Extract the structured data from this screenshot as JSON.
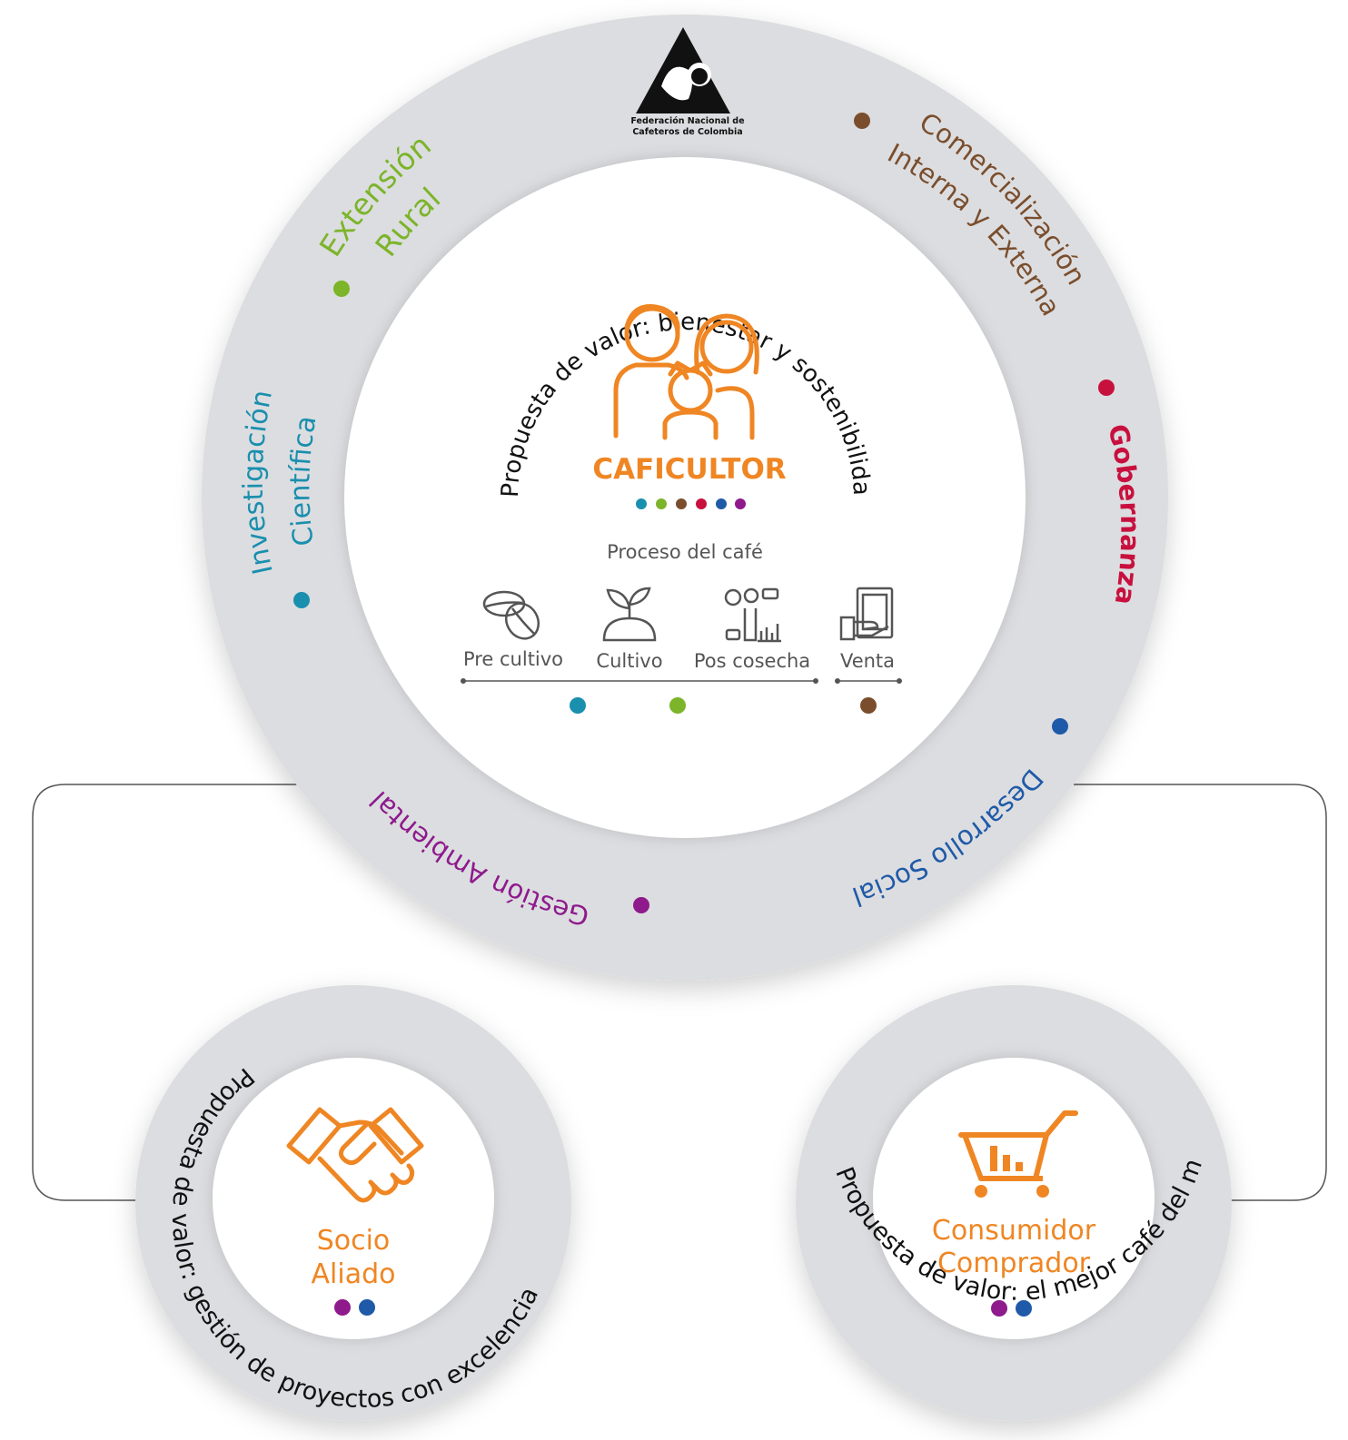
{
  "logo": {
    "line1": "Federación Nacional de",
    "line2": "Cafeteros de Colombia"
  },
  "center": {
    "arc_text": "Propuesta de valor: bienestar y sostenibilidad",
    "title": "CAFICULTOR",
    "process_title": "Proceso del café",
    "steps": [
      {
        "label": "Pre cultivo",
        "icon": "coffee-beans-icon"
      },
      {
        "label": "Cultivo",
        "icon": "sprout-icon"
      },
      {
        "label": "Pos cosecha",
        "icon": "analytics-icon"
      },
      {
        "label": "Venta",
        "icon": "money-hand-icon"
      }
    ]
  },
  "pillars": [
    {
      "line1": "Extensión",
      "line2": "Rural",
      "color": "#7cb42a"
    },
    {
      "line1": "Investigación",
      "line2": "Científica",
      "color": "#1a8fae"
    },
    {
      "line1": "Comercialización",
      "line2": "Interna y Externa",
      "color": "#7a4e2d"
    },
    {
      "line1": "Gobernanza",
      "line2": "",
      "color": "#c8103e"
    },
    {
      "line1": "Desarrollo Social",
      "line2": "",
      "color": "#1f5aa8"
    },
    {
      "line1": "Gestión Ambiental",
      "line2": "",
      "color": "#8e1a8c"
    }
  ],
  "socio": {
    "line1": "Socio",
    "line2": "Aliado",
    "arc_text": "Propuesta de valor: gestión de proyectos con excelencia",
    "icon": "handshake-icon"
  },
  "consumidor": {
    "line1": "Consumidor",
    "line2": "Comprador",
    "arc_text": "Propuesta de valor: el mejor café del mundo",
    "icon": "shopping-cart-icon"
  },
  "colors": {
    "ring": "#dcdde0",
    "orange": "#ef8623",
    "teal": "#1a8fae",
    "green": "#7cb42a",
    "brown": "#7a4e2d",
    "red": "#c8103e",
    "blue": "#1f5aa8",
    "purple": "#8e1a8c"
  }
}
